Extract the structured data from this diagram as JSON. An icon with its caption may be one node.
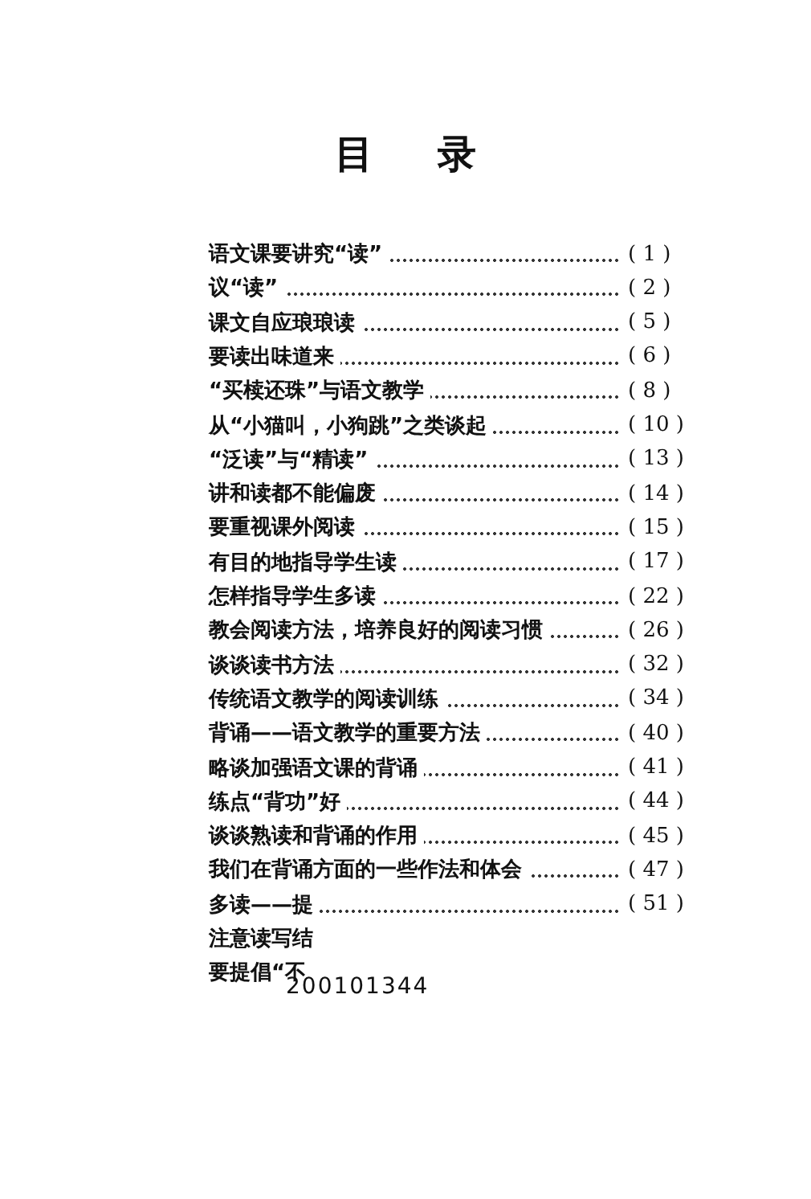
{
  "diagram": {
    "title": "目录",
    "labels": [
      "语文课要讲究“读”",
      "( 1 )",
      "议“读”",
      "( 2 )",
      "课文自应琅琅读",
      "( 5 )",
      "要读出味道来",
      "( 6 )",
      "“买椟还珠”与语文教学",
      "( 8 )",
      "从“小猫叫，小狗跳”之类谈起",
      "( 10 )",
      "“泛读”与“精读”",
      "( 13 )",
      "讲和读都不能偏废",
      "( 14 )",
      "要重视课外阅读",
      "( 15 )",
      "有目的地指导学生读",
      "( 17 )",
      "怎样指导学生多读",
      "( 22 )",
      "教会阅读方法，培养良好的阅读习惯",
      "( 26 )",
      "谈谈读书方法",
      "( 32 )",
      "传统语文教学的阅读训练",
      "( 34 )",
      "背诵——语文教学的重要方法",
      "( 40 )",
      "略谈加强语文课的背诵",
      "( 41 )",
      "练点“背功”好",
      "( 44 )",
      "谈谈熟读和背诵的作用",
      "( 45 )",
      "我们在背诵方面的一些作法和体会",
      "( 47 )",
      "多读——提",
      "( 51 )",
      "注意读写结",
      "要提倡“不",
      "200101344"
    ]
  }
}
